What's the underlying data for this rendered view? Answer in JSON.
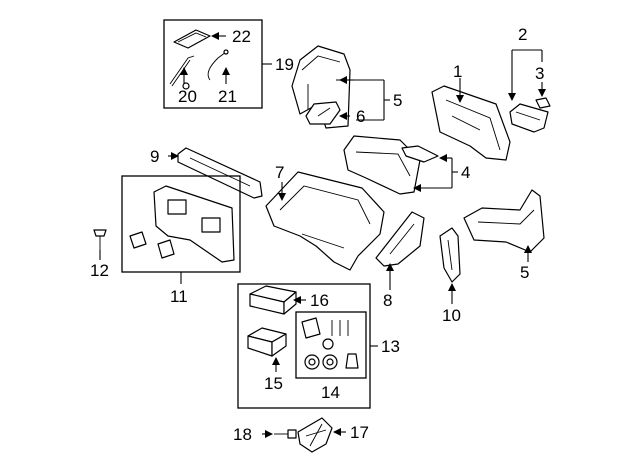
{
  "callouts": {
    "c1": "1",
    "c2": "2",
    "c3": "3",
    "c4": "4",
    "c5a": "5",
    "c5b": "5",
    "c6": "6",
    "c7": "7",
    "c8": "8",
    "c9": "9",
    "c10": "10",
    "c11": "11",
    "c12": "12",
    "c13": "13",
    "c14": "14",
    "c15": "15",
    "c16": "16",
    "c17": "17",
    "c18": "18",
    "c19": "19",
    "c20": "20",
    "c21": "21",
    "c22": "22"
  },
  "colors": {
    "line": "#000000",
    "background": "#ffffff"
  }
}
